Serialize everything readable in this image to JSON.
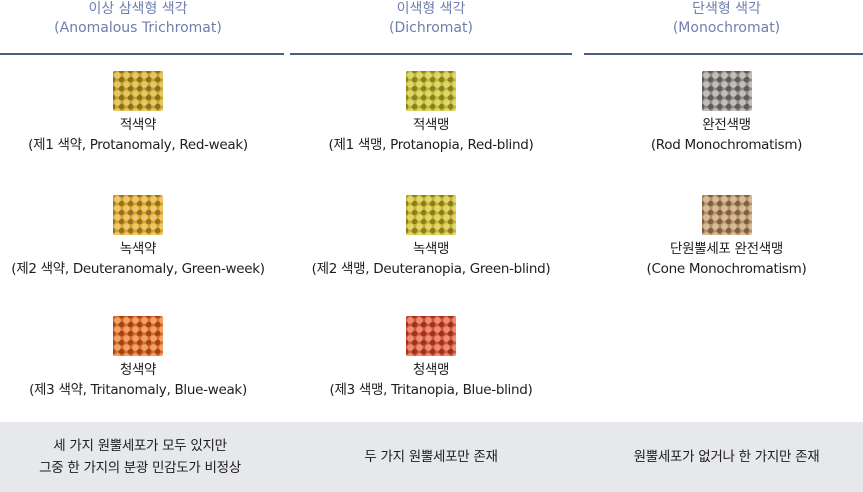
{
  "columns": [
    {
      "header_ko": "이상 삼색형 색각",
      "header_en": "(Anomalous Trichromat)",
      "items": [
        {
          "name": "적색약",
          "sub": "(제1 색약, Protanomaly, Red-weak)",
          "base": "#c9a327",
          "dot": "#e2c86a",
          "dark": "#8a6f1c"
        },
        {
          "name": "녹색약",
          "sub": "(제2 색약, Deuteranomaly, Green-week)",
          "base": "#d5a52b",
          "dot": "#ecc76e",
          "dark": "#9a6f1f"
        },
        {
          "name": "청색약",
          "sub": "(제3 색약, Tritanomaly, Blue-weak)",
          "base": "#dd6a2a",
          "dot": "#f0a268",
          "dark": "#9d4418"
        }
      ],
      "footer": [
        "세 가지 원뿔세포가 모두 있지만",
        "그중 한 가지의 분광 민감도가 비정상"
      ]
    },
    {
      "header_ko": "이색형 색각",
      "header_en": "(Dichromat)",
      "items": [
        {
          "name": "적색맹",
          "sub": "(제1 색맹, Protanopia, Red-blind)",
          "base": "#c2b932",
          "dot": "#ddd76e",
          "dark": "#878123"
        },
        {
          "name": "녹색맹",
          "sub": "(제2 색맹, Deuteranopia, Green-blind)",
          "base": "#c6b52f",
          "dot": "#e2d56b",
          "dark": "#8a7d20"
        },
        {
          "name": "청색맹",
          "sub": "(제3 색맹, Tritanopia, Blue-blind)",
          "base": "#d9533a",
          "dot": "#ec8e76",
          "dark": "#98351f"
        }
      ],
      "footer": [
        "두 가지 원뿔세포만 존재"
      ]
    },
    {
      "header_ko": "단색형 색각",
      "header_en": "(Monochromat)",
      "items": [
        {
          "name": "완전색맹",
          "sub": "(Rod Monochromatism)",
          "base": "#8f8c88",
          "dot": "#c1bebb",
          "dark": "#5e5b58"
        },
        {
          "name": "단원뿔세포 완전색맹",
          "sub": "(Cone Monochromatism)",
          "base": "#b6926a",
          "dot": "#d8ba96",
          "dark": "#7b6043"
        }
      ],
      "footer": [
        "원뿔세포가 없거나 한 가지만 존재"
      ]
    }
  ]
}
